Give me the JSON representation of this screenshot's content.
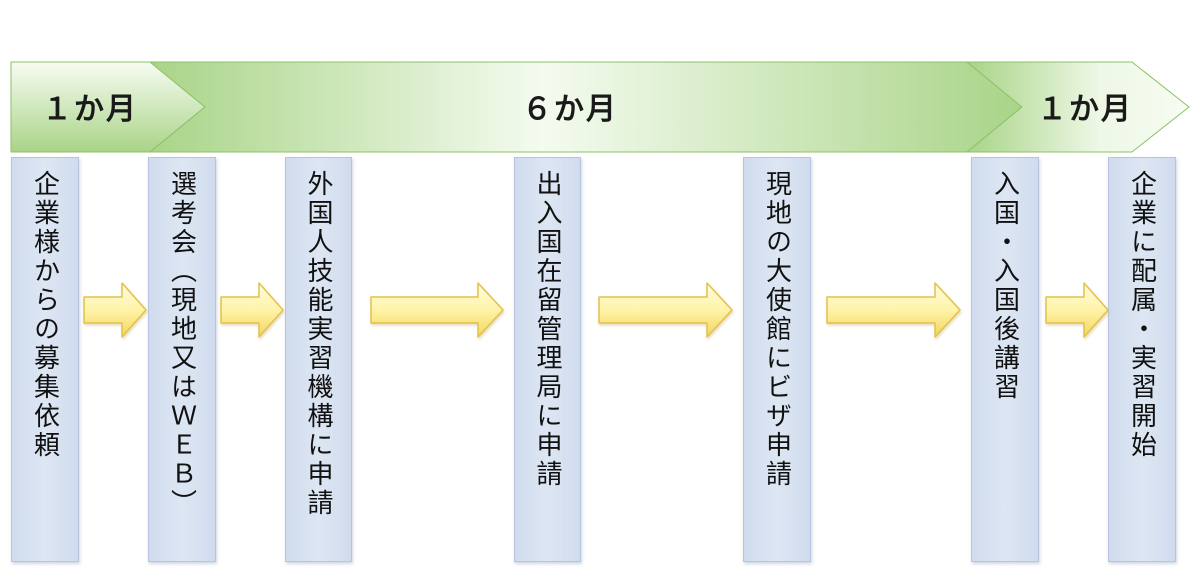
{
  "periods": [
    {
      "label": "１か月"
    },
    {
      "label": "６か月"
    },
    {
      "label": "１か月"
    }
  ],
  "steps": [
    {
      "text": "企業様からの募集依頼"
    },
    {
      "text": "選考会（現地又はＷＥＢ）"
    },
    {
      "text": "外国人技能実習機構に申請"
    },
    {
      "text": "出入国在留管理局に申請"
    },
    {
      "text": "現地の大使館にビザ申請"
    },
    {
      "text": "入国・入国後講習"
    },
    {
      "text": "企業に配属・実習開始"
    }
  ],
  "colors": {
    "band_fill_light": "#f5fbef",
    "band_fill_dark": "#b8dc9a",
    "band_stroke": "#8cc269",
    "step_fill": "#d6e0f0",
    "arrow_fill_light": "#fffbd0",
    "arrow_fill_dark": "#f5dc6a",
    "arrow_stroke": "#e2c24a"
  }
}
